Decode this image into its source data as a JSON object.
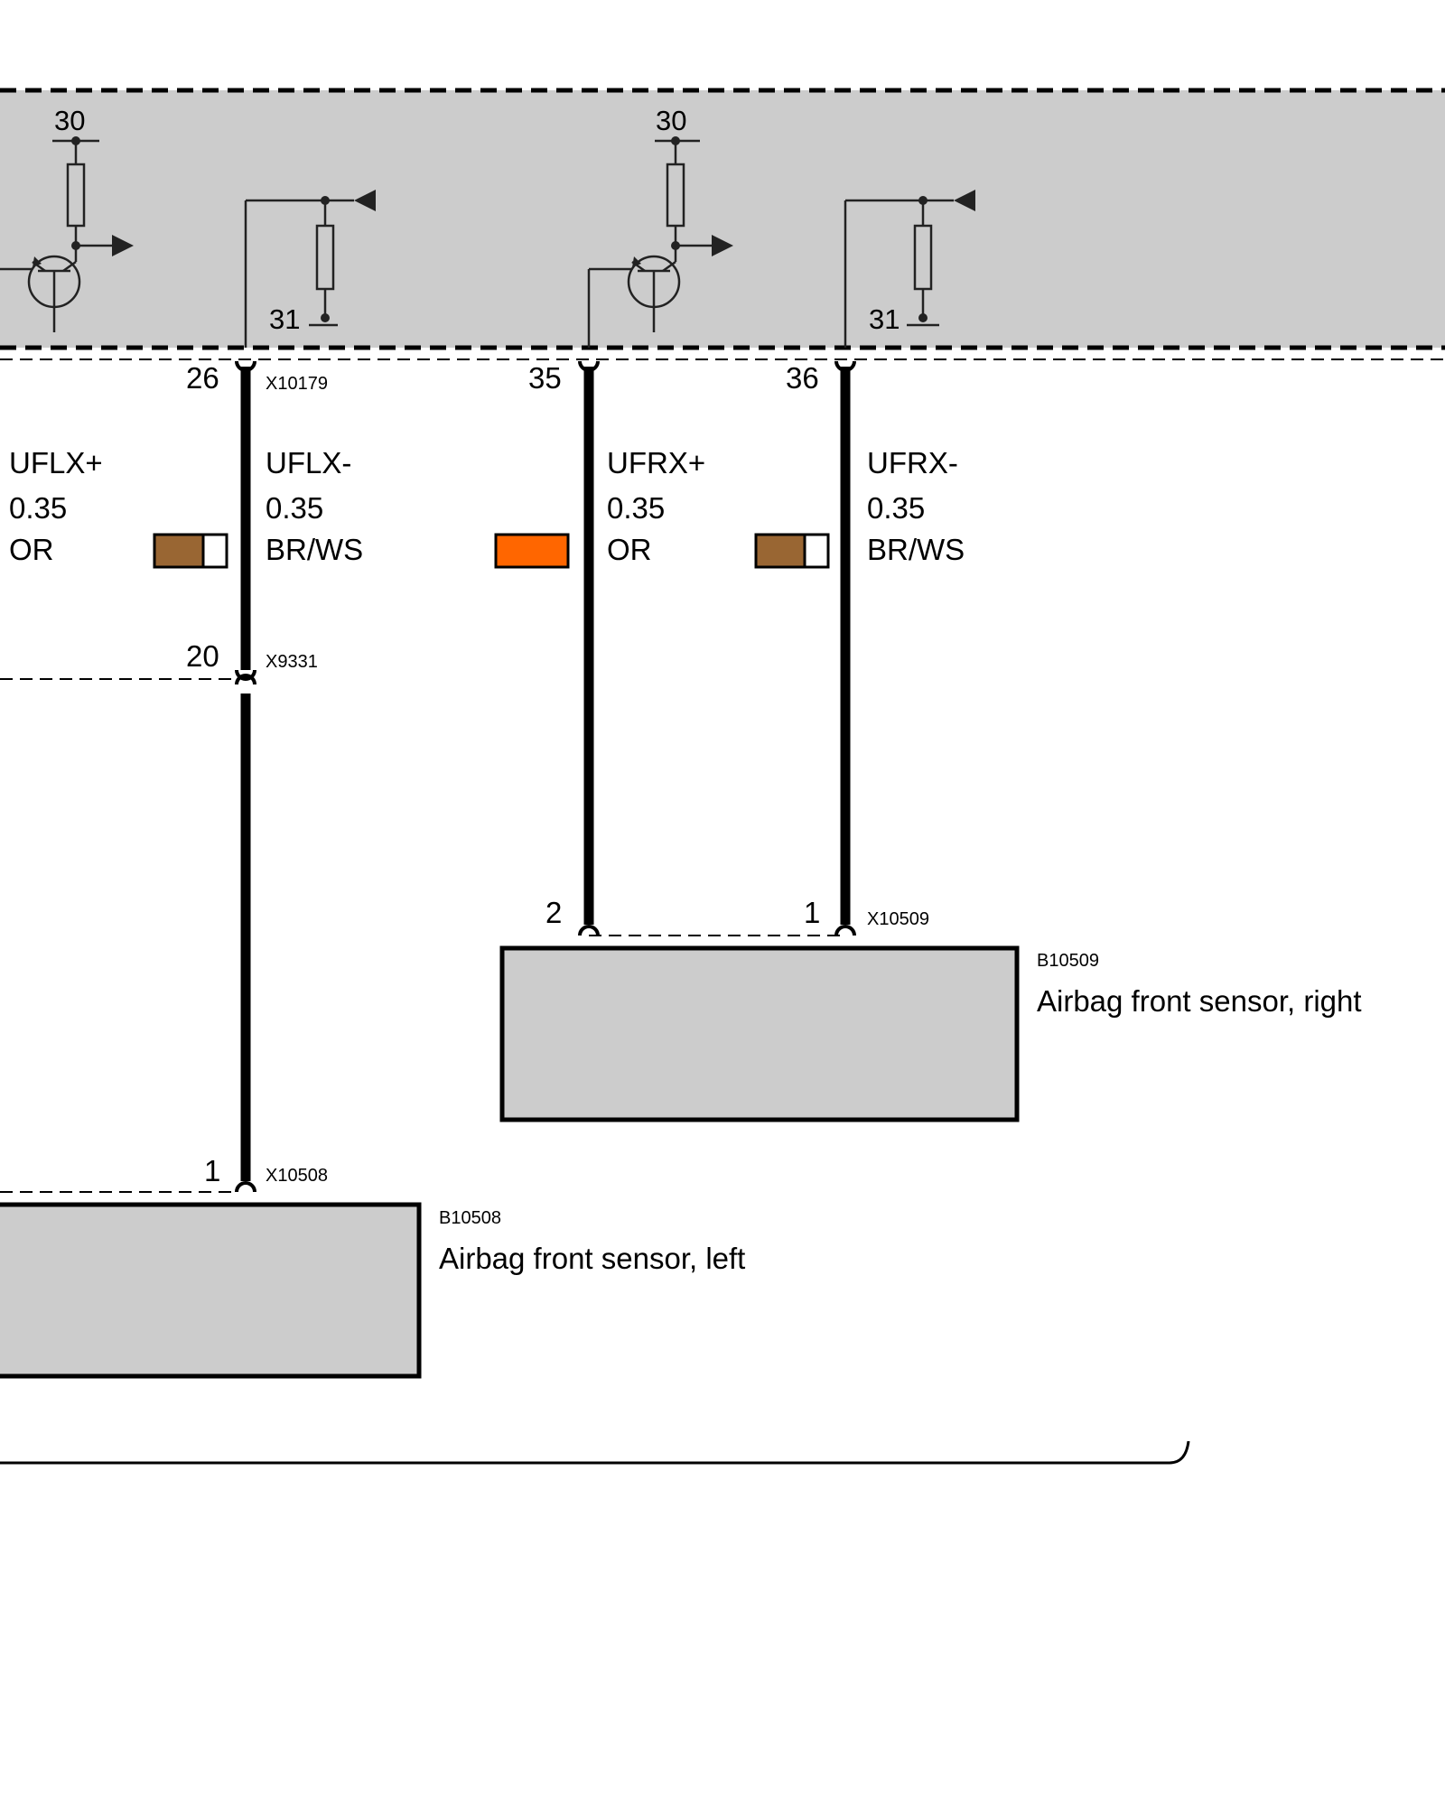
{
  "control_unit": {
    "supply_left": "30",
    "supply_right": "30",
    "ground_left": "31",
    "ground_right": "31"
  },
  "connectors": {
    "upper": "X10179",
    "middle": "X9331",
    "left_sensor": "X10508",
    "right_sensor": "X10509"
  },
  "pins": {
    "p26": "26",
    "p35": "35",
    "p36": "36",
    "p20": "20",
    "left_1": "1",
    "right_2": "2",
    "right_1": "1"
  },
  "wires": [
    {
      "signal": "UFLX+",
      "size": "0.35",
      "color": "OR"
    },
    {
      "signal": "UFLX-",
      "size": "0.35",
      "color": "BR/WS"
    },
    {
      "signal": "UFRX+",
      "size": "0.35",
      "color": "OR"
    },
    {
      "signal": "UFRX-",
      "size": "0.35",
      "color": "BR/WS"
    }
  ],
  "components": {
    "left": {
      "id": "B10508",
      "name": "Airbag front sensor, left"
    },
    "right": {
      "id": "B10509",
      "name": "Airbag front sensor, right"
    }
  },
  "colors": {
    "module_fill": "#cccccc",
    "wire": "#000000",
    "orange": "#ff6600",
    "brown": "#996633",
    "white": "#ffffff"
  }
}
